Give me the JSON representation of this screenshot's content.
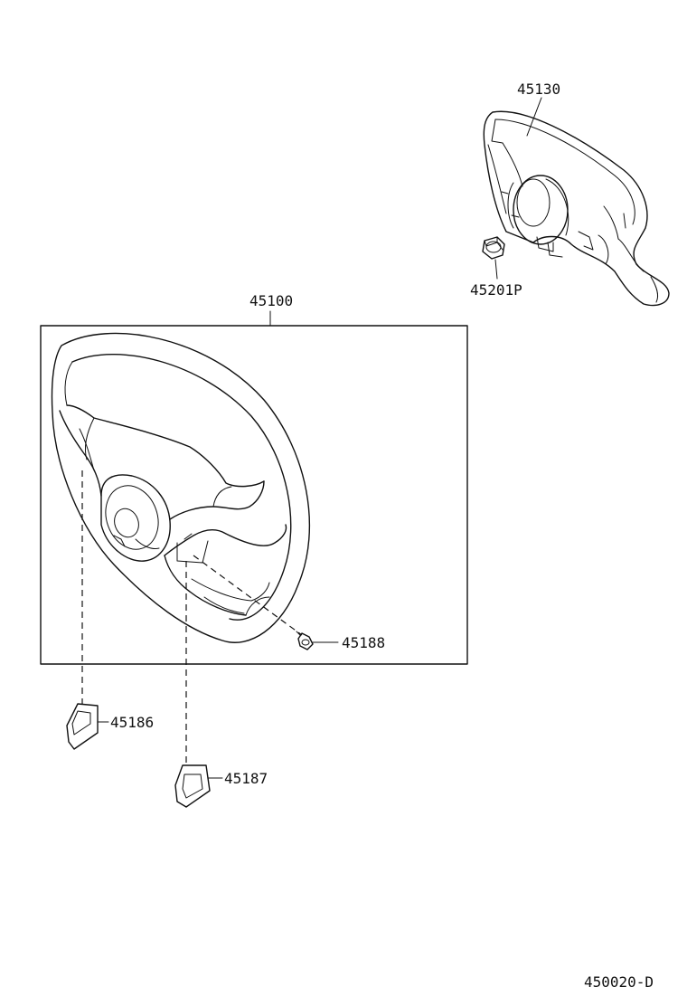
{
  "parts": {
    "airbag": {
      "number": "45130",
      "icon": "airbag-pad-icon"
    },
    "nut": {
      "number": "45201P",
      "icon": "hex-nut-icon"
    },
    "wheel": {
      "number": "45100",
      "icon": "steering-wheel-icon"
    },
    "screw": {
      "number": "45188",
      "icon": "screw-icon"
    },
    "cover_left": {
      "number": "45186",
      "icon": "spoke-cover-icon"
    },
    "cover_right": {
      "number": "45187",
      "icon": "spoke-cover-icon"
    }
  },
  "diagram_code": "450020-D",
  "colors": {
    "ink": "#111111",
    "paper": "#ffffff"
  }
}
